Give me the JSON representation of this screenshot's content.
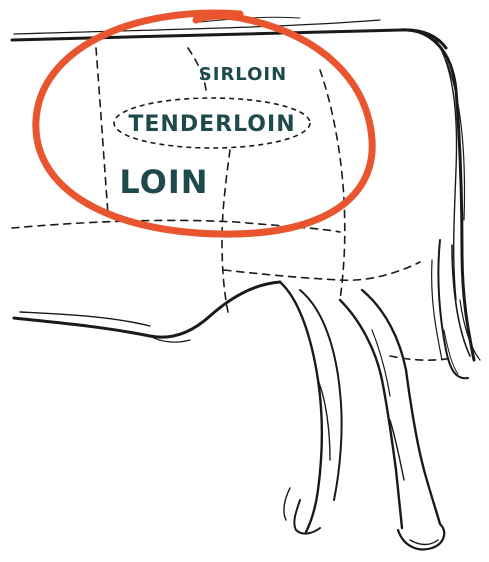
{
  "diagram": {
    "labels": {
      "sirloin": "SIRLOIN",
      "tenderloin": "TENDERLOIN",
      "loin": "LOIN"
    }
  },
  "colors": {
    "highlight_ring": "#e8552e",
    "label_text": "#1f4a4d",
    "outline": "#1a1a1a",
    "background": "#ffffff"
  }
}
